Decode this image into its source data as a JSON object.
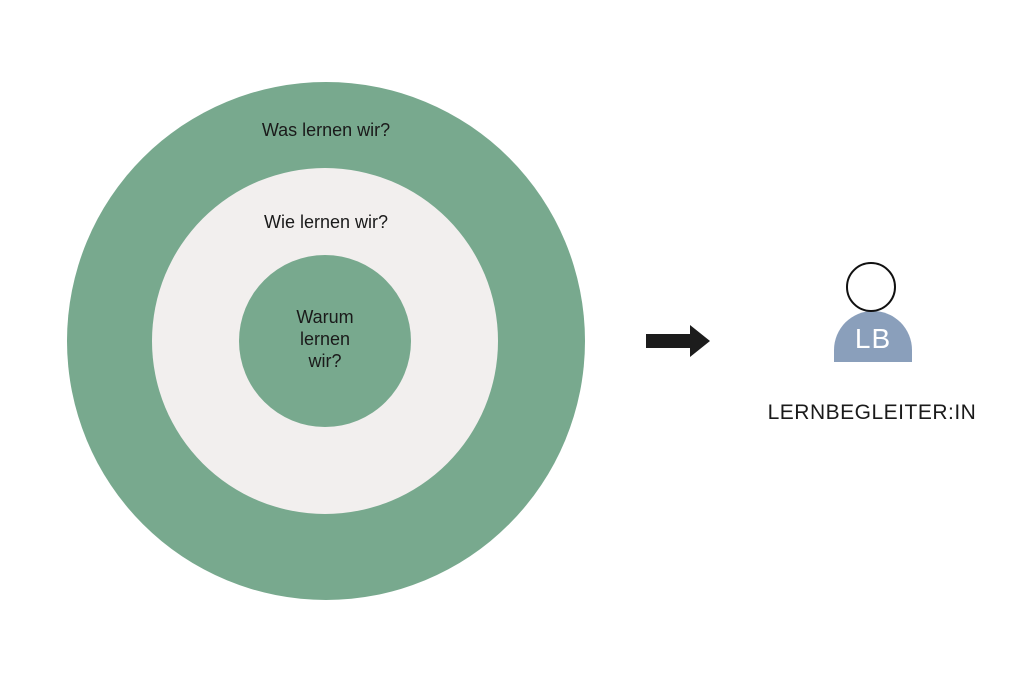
{
  "colors": {
    "ring_green": "#78a98e",
    "ring_light": "#f2efee",
    "arrow": "#1c1c1c",
    "person_body": "#8a9fbb",
    "background": "#ffffff"
  },
  "circles": {
    "outer_label": "Was lernen wir?",
    "middle_label": "Wie lernen wir?",
    "inner_label_lines": [
      "Warum",
      "lernen",
      "wir?"
    ]
  },
  "arrow": {
    "icon": "right-arrow-icon"
  },
  "person": {
    "icon": "person-icon",
    "initials": "LB",
    "role": "LERNBEGLEITER:IN"
  }
}
